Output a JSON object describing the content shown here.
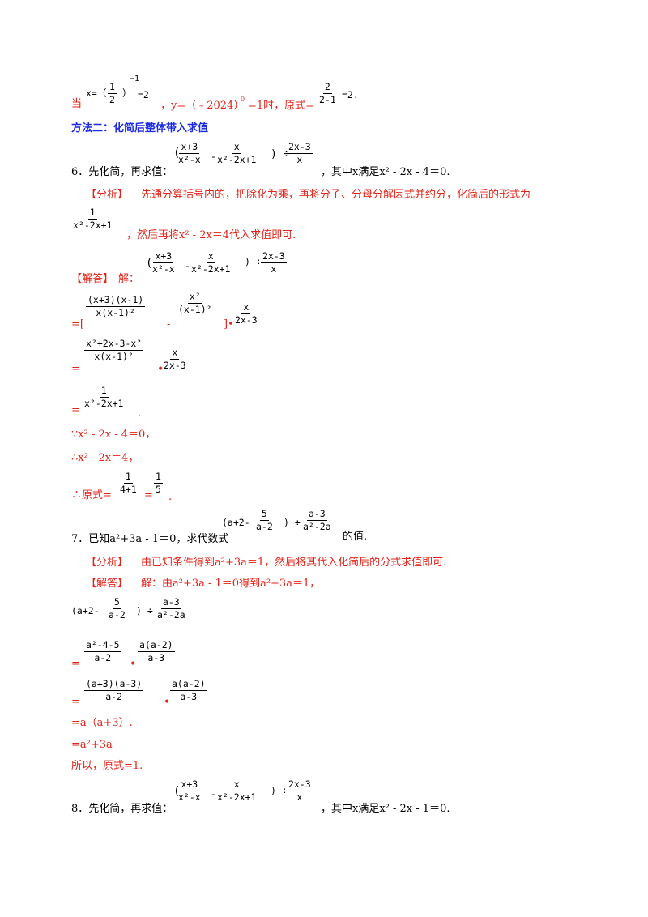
{
  "line1": {
    "prefix": "当",
    "x_label": "x=（",
    "frac_1_2": {
      "num": "1",
      "den": "2"
    },
    "close_paren": "）",
    "exp_m1": "−1",
    "eq2": "=2",
    "middle": "，y=（﹣2024）",
    "exp0": "0",
    "middle2": "=1时，原式=",
    "frac_2": {
      "num": "2",
      "den": "2-1"
    },
    "end": "=2."
  },
  "method2_heading": "方法二：化简后整体带入求值",
  "q6": {
    "stem": "6．先化简，再求值：",
    "expr_open": "(",
    "f1": {
      "num": "x+3",
      "den": "x²-x"
    },
    "minus": "-",
    "f2": {
      "num": "x",
      "den": "x²-2x+1"
    },
    "div": ") ÷",
    "f3": {
      "num": "2x-3",
      "den": "x"
    },
    "cond": "，其中x满足x² - 2x - 4＝0."
  },
  "q6_analysis": {
    "tag": "【分析】",
    "text": "先通分算括号内的，把除化为乘，再将分子、分母分解因式并约分，化简后的形式为",
    "frac": {
      "num": "1",
      "den": "x²-2x+1"
    },
    "text2": "，然后再将x² - 2x＝4代入求值即可."
  },
  "q6_solution": {
    "tag": "【解答】",
    "text": "解：",
    "step1_open": "=[",
    "s1f1": {
      "num": "(x+3)(x-1)",
      "den": "x(x-1)²"
    },
    "s1minus": "-",
    "s1f2": {
      "num": "x²",
      "den": "(x-1)²"
    },
    "s1close": "]•",
    "s1f3": {
      "num": "x",
      "den": "2x-3"
    },
    "step2_eq": "=",
    "s2f1": {
      "num": "x²+2x-3-x²",
      "den": "x(x-1)²"
    },
    "s2dot": "•",
    "s2f2": {
      "num": "x",
      "den": "2x-3"
    },
    "step3_eq": "=",
    "s3f": {
      "num": "1",
      "den": "x²-2x+1"
    },
    "s3end": ".",
    "because": "∵x² - 2x - 4＝0，",
    "therefore": "∴x² - 2x＝4，",
    "result_prefix": "∴原式=",
    "rf1": {
      "num": "1",
      "den": "4+1"
    },
    "req": "=",
    "rf2": {
      "num": "1",
      "den": "5"
    },
    "rend": "."
  },
  "q7": {
    "stem": "7．已知a²+3a - 1＝0，求代数式",
    "expr_open": "(a+2-",
    "f1": {
      "num": "5",
      "den": "a-2"
    },
    "div": ") ÷",
    "f2": {
      "num": "a-3",
      "den": "a²-2a"
    },
    "tail": "的值."
  },
  "q7_analysis": {
    "tag": "【分析】",
    "text": "由已知条件得到a²+3a＝1，然后将其代入化简后的分式求值即可."
  },
  "q7_solution": {
    "tag": "【解答】",
    "text": "解：由a²+3a - 1＝0得到a²+3a＝1，",
    "e_open": "(a+2-",
    "e_f1": {
      "num": "5",
      "den": "a-2"
    },
    "e_div": ") ÷",
    "e_f2": {
      "num": "a-3",
      "den": "a²-2a"
    },
    "s1eq": "=",
    "s1f1": {
      "num": "a²-4-5",
      "den": "a-2"
    },
    "s1dot": "•",
    "s1f2": {
      "num": "a(a-2)",
      "den": "a-3"
    },
    "s2eq": "=",
    "s2f1": {
      "num": "(a+3)(a-3)",
      "den": "a-2"
    },
    "s2dot": "•",
    "s2f2": {
      "num": "a(a-2)",
      "den": "a-3"
    },
    "s3": "=a（a+3）.",
    "s4": "=a²+3a",
    "conclusion": "所以，原式=1."
  },
  "q8": {
    "stem": "8．先化简，再求值：",
    "expr_open": "(",
    "f1": {
      "num": "x+3",
      "den": "x²-x"
    },
    "minus": "-",
    "f2": {
      "num": "x",
      "den": "x²-2x+1"
    },
    "div": ") ÷",
    "f3": {
      "num": "2x-3",
      "den": "x"
    },
    "cond": "，其中x满足x² - 2x - 1＝0."
  }
}
